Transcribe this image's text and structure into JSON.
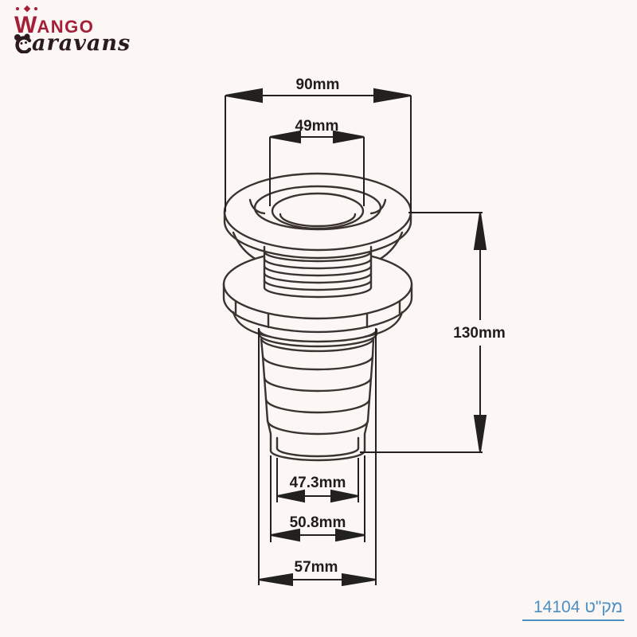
{
  "logo": {
    "brand_initial": "W",
    "brand_rest": "ANGO",
    "caravans_rest": "aravans",
    "brand_color": "#a41e37",
    "caravans_color": "#2b1a20",
    "icons": [
      "crown-icon",
      "panda-c-icon"
    ]
  },
  "drawing": {
    "line_color": "#3a3330",
    "dimensions": {
      "flange_outer_diameter": "90mm",
      "opening_diameter": "49mm",
      "overall_height": "130mm",
      "hose_tail_inner_diameter": "47.3mm",
      "hose_tail_outer_diameter": "50.8mm",
      "barb_max_diameter": "57mm"
    }
  },
  "catalog": {
    "label": "מק\"ט 14104",
    "color": "#4c8fc4"
  },
  "background_color": "#fcf6f4"
}
